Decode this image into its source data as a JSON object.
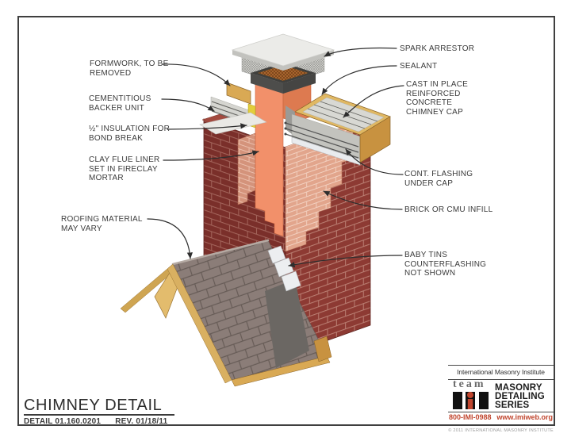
{
  "callouts": {
    "left": [
      {
        "id": "formwork",
        "text": "FORMWORK, TO BE\nREMOVED"
      },
      {
        "id": "cementitious-backer",
        "text": "CEMENTITIOUS\nBACKER UNIT"
      },
      {
        "id": "insulation-bond-break",
        "text": "½\" INSULATION FOR\nBOND BREAK"
      },
      {
        "id": "clay-flue-liner",
        "text": "CLAY FLUE LINER\nSET IN FIRECLAY\nMORTAR"
      },
      {
        "id": "roofing-material",
        "text": "ROOFING MATERIAL\nMAY VARY"
      }
    ],
    "right": [
      {
        "id": "spark-arrestor",
        "text": "SPARK ARRESTOR"
      },
      {
        "id": "sealant",
        "text": "SEALANT"
      },
      {
        "id": "concrete-chimney-cap",
        "text": "CAST IN PLACE\nREINFORCED\nCONCRETE\nCHIMNEY CAP"
      },
      {
        "id": "cont-flashing",
        "text": "CONT. FLASHING\nUNDER CAP"
      },
      {
        "id": "brick-cmu-infill",
        "text": "BRICK OR CMU INFILL"
      },
      {
        "id": "baby-tins",
        "text": "BABY TINS\nCOUNTERFLASHING\nNOT SHOWN"
      }
    ]
  },
  "title_block": {
    "title": "CHIMNEY DETAIL",
    "detail_number": "DETAIL 01.160.0201",
    "revision": "REV. 01/18/11"
  },
  "branding": {
    "institute": "International Masonry Institute",
    "logo_text": "team",
    "logo_mark": "imi-figure-logo",
    "series": [
      "MASONRY",
      "DETAILING",
      "SERIES"
    ],
    "phone": "800-IMI-0988",
    "website": "www.imiweb.org",
    "copyright": "© 2011 INTERNATIONAL MASONRY INSTITUTE"
  },
  "colors": {
    "brick_right_face": "#8d3a33",
    "brick_left_face": "#7a2f2a",
    "cmu_infill": "#e2a58c",
    "flue_orange": "#f2906a",
    "flue_orange_dark": "#dd7a50",
    "wood": "#d9a954",
    "concrete": "#d8d8d3",
    "roof_shingle": "#8b7d78",
    "flashing_white": "#eceef0",
    "insulation_yellow": "#e2ce3c",
    "brand_red": "#c0452e",
    "leader_line": "#2e2e2e"
  }
}
